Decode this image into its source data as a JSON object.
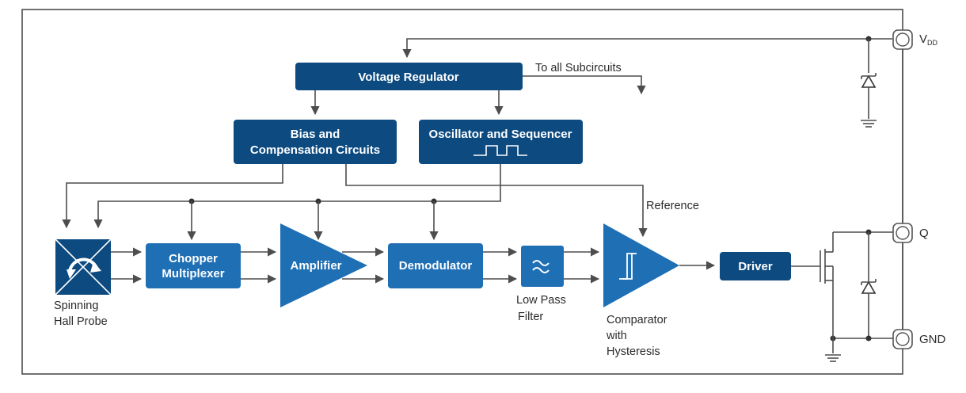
{
  "blocks": {
    "voltage_regulator": "Voltage Regulator",
    "bias_line1": "Bias and",
    "bias_line2": "Compensation Circuits",
    "oscillator": "Oscillator and Sequencer",
    "chopper_line1": "Chopper",
    "chopper_line2": "Multiplexer",
    "amplifier": "Amplifier",
    "demodulator": "Demodulator",
    "driver": "Driver"
  },
  "labels": {
    "to_all": "To all Subcircuits",
    "reference": "Reference",
    "hall_line1": "Spinning",
    "hall_line2": "Hall Probe",
    "lowpass_line1": "Low Pass",
    "lowpass_line2": "Filter",
    "comp_line1": "Comparator",
    "comp_line2": "with",
    "comp_line3": "Hysteresis"
  },
  "pins": {
    "vdd_main": "V",
    "vdd_sub": "DD",
    "q": "Q",
    "gnd": "GND"
  },
  "colors": {
    "dark_block": "#0c4a80",
    "mid_block": "#1f6fb5",
    "wire": "#4d4d4d"
  }
}
